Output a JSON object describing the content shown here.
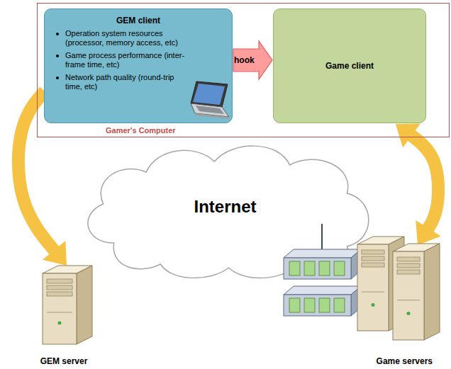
{
  "diagram": {
    "nodes": [
      {
        "text": [
          "Gamer's Computer"
        ]
      },
      {
        "text": [
          "GEM client",
          "Operation system resources (processor, memory access, etc)",
          "Game process performance (inter-frame time, etc)",
          "Network path quality (round-trip time, etc)"
        ],
        "in": 0
      },
      {
        "text": [
          "hook"
        ],
        "in": 0
      },
      {
        "text": [
          "Game client"
        ],
        "in": 0
      },
      {
        "text": [
          "Internet"
        ]
      },
      {
        "text": [
          "GEM server"
        ]
      },
      {
        "text": [
          "Game servers"
        ]
      }
    ],
    "edges": [
      {
        "from": 1,
        "to": 5,
        "arrow": "to"
      },
      {
        "from": 6,
        "to": 3,
        "arrow": "both"
      }
    ]
  }
}
